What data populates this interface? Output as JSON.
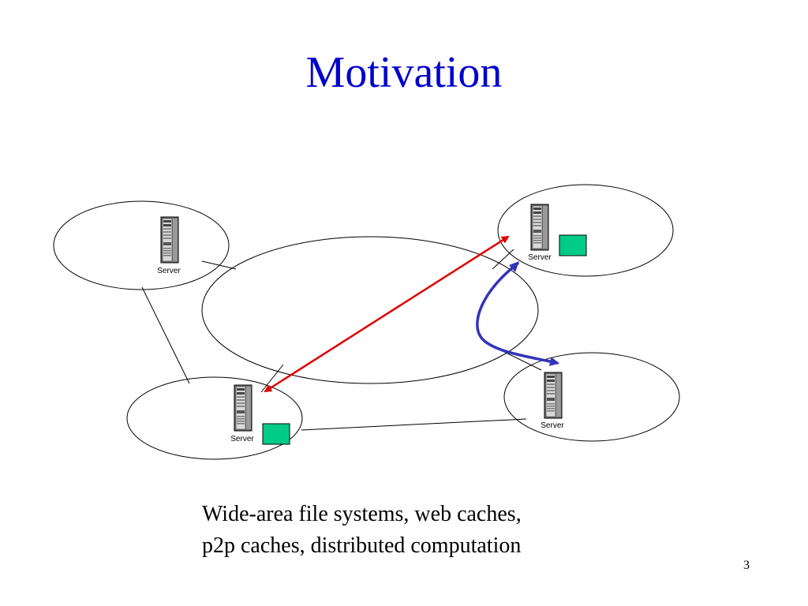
{
  "slide": {
    "title": "Motivation",
    "page_number": "3"
  },
  "caption": {
    "line1": "Wide-area file systems, web caches,",
    "line2": "p2p caches, distributed computation"
  },
  "servers": {
    "top_left": {
      "label": "Server",
      "has_object": false
    },
    "top_right": {
      "label": "Server",
      "has_object": true
    },
    "bottom_left": {
      "label": "Server",
      "has_object": true
    },
    "bottom_right": {
      "label": "Server",
      "has_object": false
    }
  },
  "colors": {
    "title": "#0000cc",
    "red_arrow": "#e00000",
    "blue_arrow": "#3333bb",
    "data_object": "#00cc88"
  }
}
